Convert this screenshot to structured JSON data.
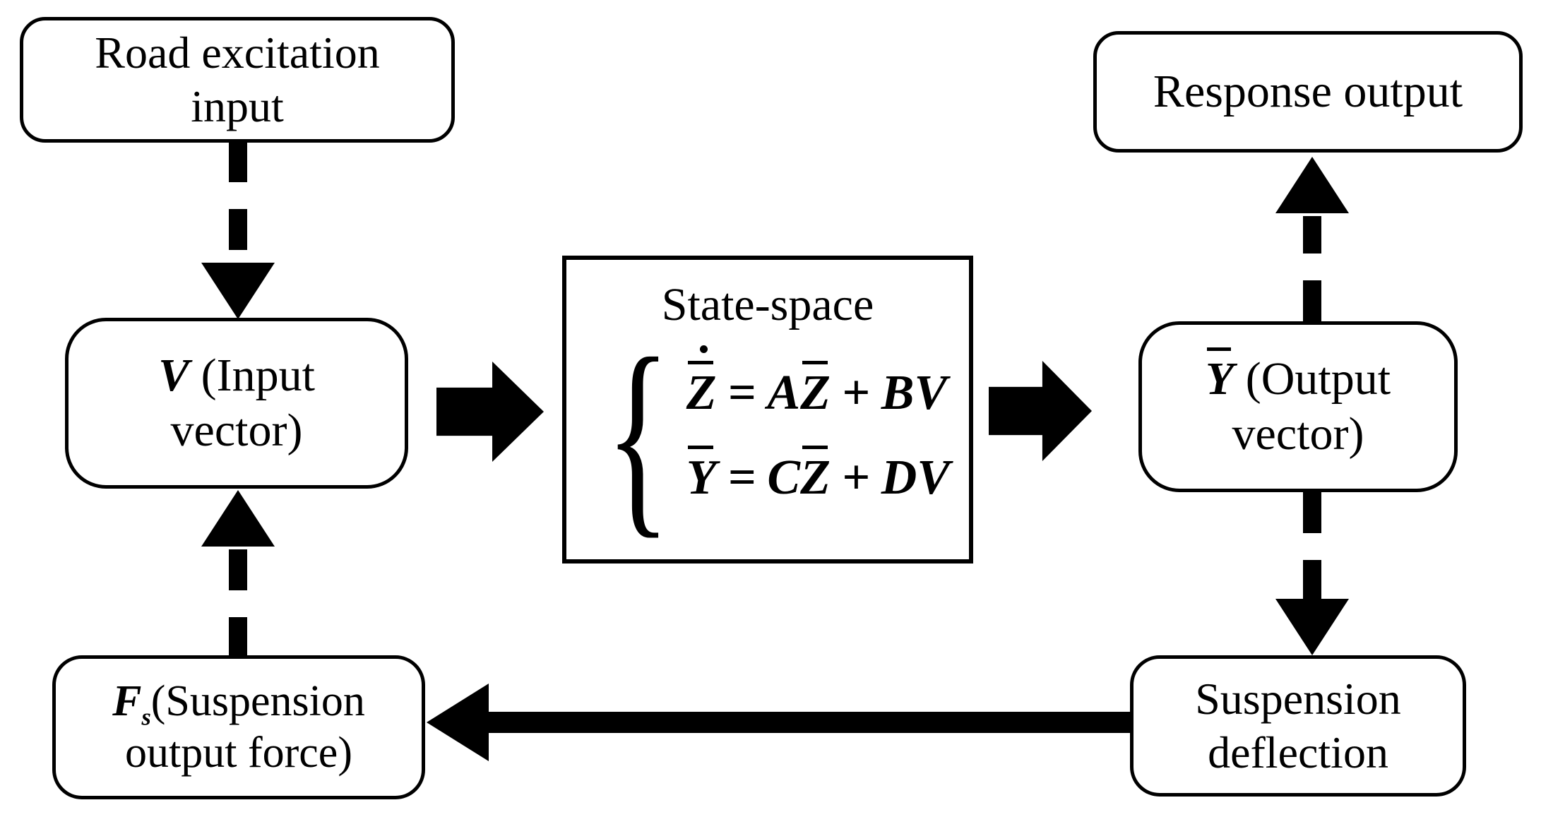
{
  "figure": {
    "background": "#ffffff",
    "ink": "#000000"
  },
  "nodes": {
    "road_input": {
      "line1": "Road excitation",
      "line2": "input"
    },
    "input_vector": {
      "variable": "V",
      "line1_rest": " (Input",
      "line2": "vector)"
    },
    "state_space": {
      "title": "State-space",
      "brace": "{",
      "eq1": {
        "lhs": "Z",
        "equals": "=",
        "term1_coef": "A",
        "term1_var": "Z",
        "plus": "+",
        "term2_coef": "B",
        "term2_var": "V"
      },
      "eq2": {
        "lhs": "Y",
        "equals": "=",
        "term1_coef": "C",
        "term1_var": "Z",
        "plus": "+",
        "term2_coef": "D",
        "term2_var": "V"
      }
    },
    "output_vector": {
      "variable": "Y",
      "line1_rest": " (Output",
      "line2": "vector)"
    },
    "response_output": {
      "label": "Response output"
    },
    "suspension_deflection": {
      "line1": "Suspension",
      "line2": "deflection"
    },
    "suspension_force": {
      "variable": "F",
      "subscript": "s",
      "line1_rest": "(Suspension",
      "line2": "output force)"
    }
  }
}
